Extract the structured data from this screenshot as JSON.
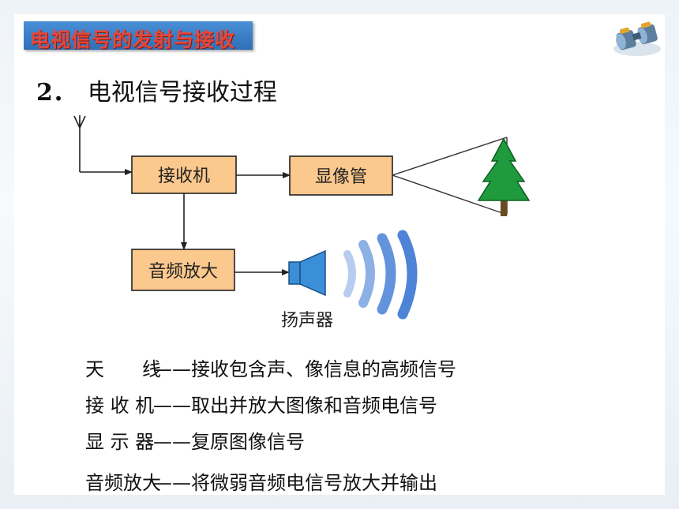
{
  "header": {
    "banner_title": "电视信号的发射与接收",
    "logo_icon": "binoculars-icon"
  },
  "heading": {
    "number": "2．",
    "title": "电视信号接收过程"
  },
  "diagram": {
    "boxes": {
      "receiver": "接收机",
      "picture_tube": "显像管",
      "audio_amp": "音频放大"
    },
    "speaker_label": "扬声器",
    "box_fill": "#fbc88d",
    "tree_color": "#1f9a3c",
    "wave_color": "#2f6fd0"
  },
  "descriptions": [
    {
      "term": "天　　线",
      "dash": "——",
      "text": "接收包含声、像信息的高频信号"
    },
    {
      "term": "接 收 机",
      "dash": "——",
      "text": "取出并放大图像和音频电信号"
    },
    {
      "term": "显 示 器",
      "dash": "——",
      "text": "复原图像信号"
    },
    {
      "term": "音频放大",
      "dash": "——",
      "text": "将微弱音频电信号放大并输出"
    }
  ]
}
